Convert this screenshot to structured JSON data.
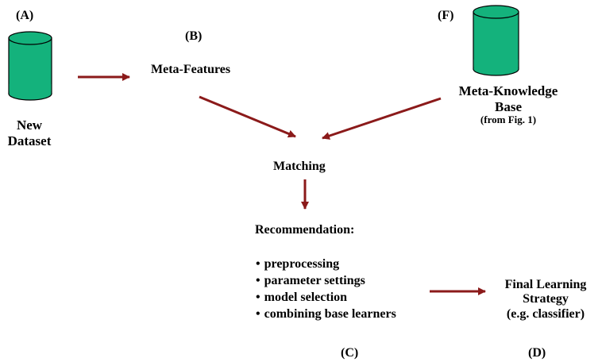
{
  "labels": {
    "a": "(A)",
    "b": "(B)",
    "c": "(C)",
    "d": "(D)",
    "f": "(F)"
  },
  "new_dataset": {
    "line1": "New",
    "line2": "Dataset"
  },
  "meta_features": "Meta-Features",
  "meta_knowledge": {
    "line1": "Meta-Knowledge",
    "line2": "Base",
    "note": "(from Fig. 1)"
  },
  "matching": "Matching",
  "recommendation": {
    "title": "Recommendation:",
    "items": [
      "preprocessing",
      "parameter settings",
      "model selection",
      "combining base learners"
    ]
  },
  "final_strategy": {
    "line1": "Final Learning",
    "line2": "Strategy",
    "line3": "(e.g. classifier)"
  },
  "colors": {
    "cylinder": "#14b27c",
    "arrow": "#8b1a1a"
  }
}
